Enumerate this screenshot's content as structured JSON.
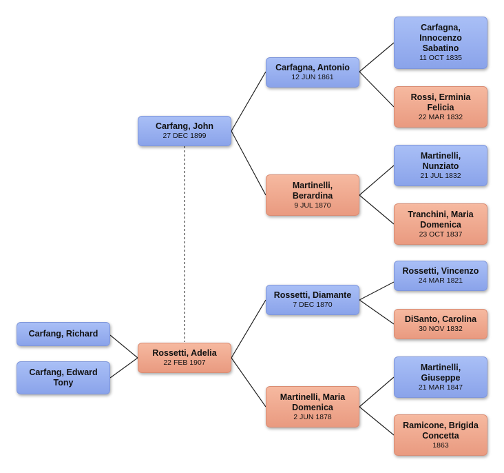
{
  "people": {
    "richard": {
      "name": "Carfang, Richard",
      "date": ""
    },
    "edward": {
      "name": "Carfang, Edward\nTony",
      "date": ""
    },
    "john": {
      "name": "Carfang, John",
      "date": "27 DEC 1899"
    },
    "adelia": {
      "name": "Rossetti, Adelia",
      "date": "22 FEB 1907"
    },
    "antonio": {
      "name": "Carfagna, Antonio",
      "date": "12 JUN 1861"
    },
    "berardina": {
      "name": "Martinelli,\nBerardina",
      "date": "9 JUL 1870"
    },
    "diamante": {
      "name": "Rossetti, Diamante",
      "date": "7 DEC 1870"
    },
    "maria": {
      "name": "Martinelli, Maria\nDomenica",
      "date": "2 JUN 1878"
    },
    "innocenzo": {
      "name": "Carfagna,\nInnocenzo\nSabatino",
      "date": "11 OCT 1835"
    },
    "erminia": {
      "name": "Rossi, Erminia\nFelicia",
      "date": "22 MAR 1832"
    },
    "nunziato": {
      "name": "Martinelli,\nNunziato",
      "date": "21 JUL 1832"
    },
    "tranchini": {
      "name": "Tranchini, Maria\nDomenica",
      "date": "23 OCT 1837"
    },
    "vincenzo": {
      "name": "Rossetti, Vincenzo",
      "date": "24 MAR 1821"
    },
    "carolina": {
      "name": "DiSanto, Carolina",
      "date": "30 NOV 1832"
    },
    "giuseppe": {
      "name": "Martinelli,\nGiuseppe",
      "date": "21 MAR 1847"
    },
    "brigida": {
      "name": "Ramicone, Brigida\nConcetta",
      "date": "1863"
    }
  }
}
